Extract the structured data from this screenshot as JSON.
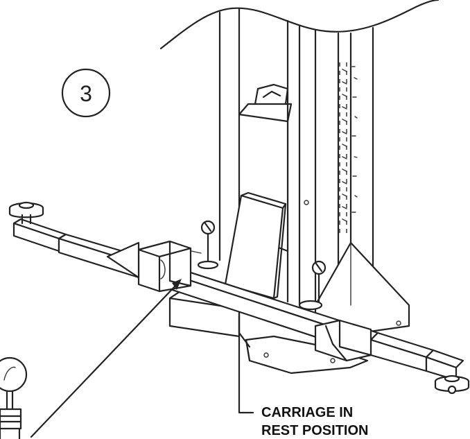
{
  "step": {
    "number": "3"
  },
  "callout": {
    "line1": "CARRIAGE IN",
    "line2": "REST POSITION"
  }
}
